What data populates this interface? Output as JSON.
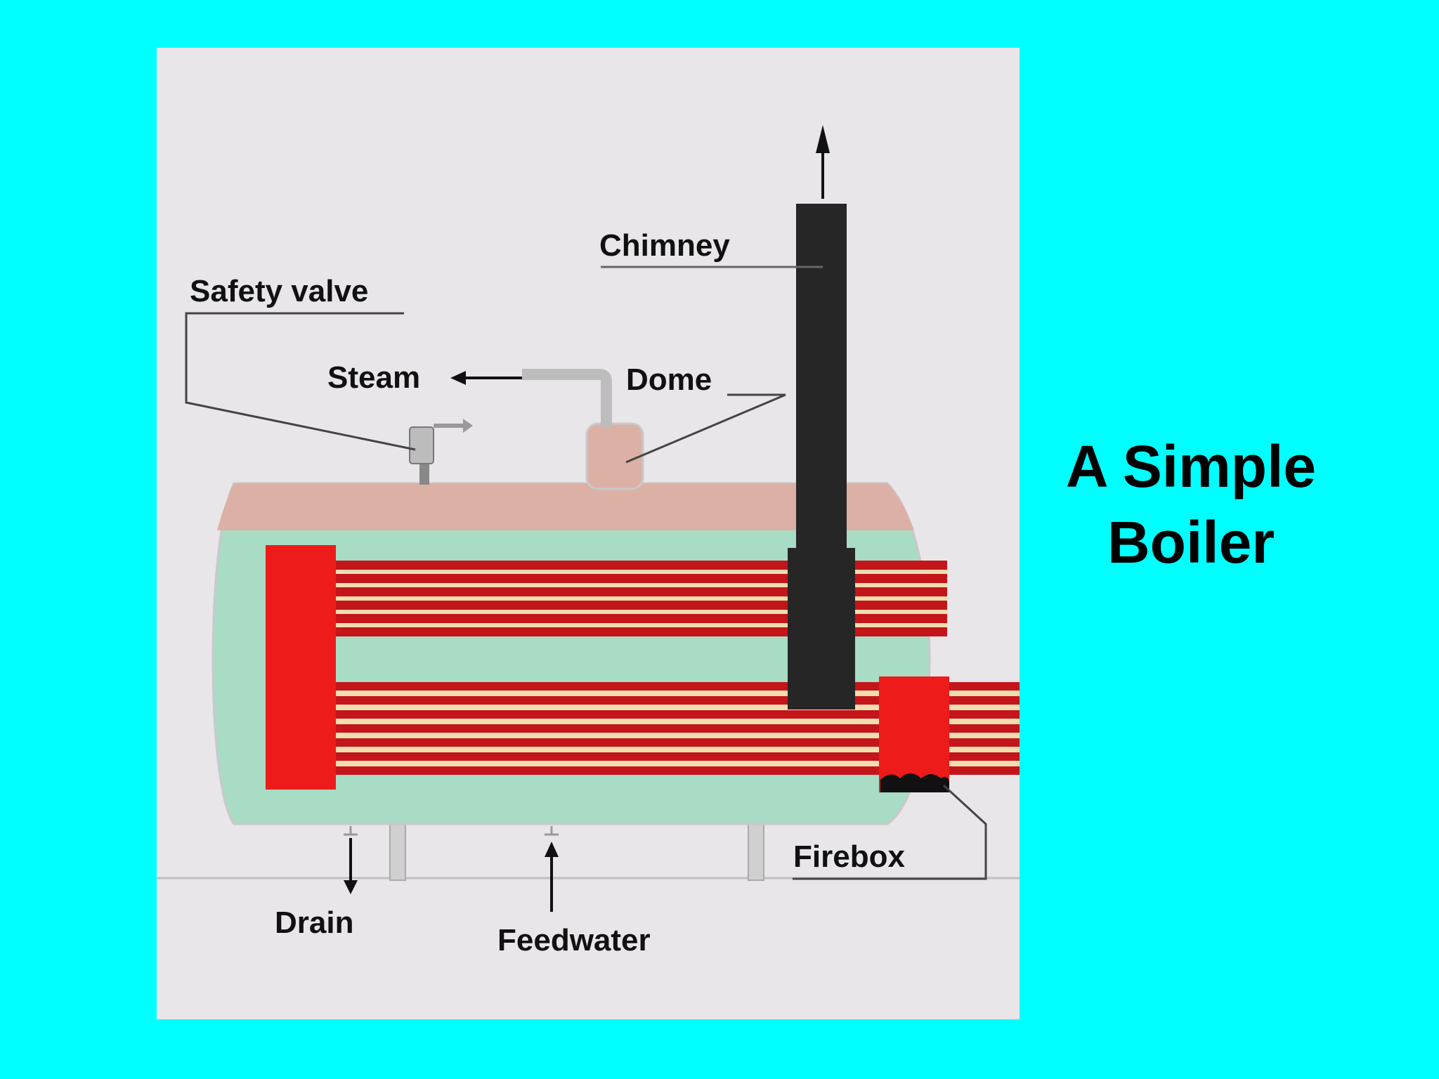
{
  "slide": {
    "title_line1": "A Simple",
    "title_line2": "Boiler",
    "background_color": "#00ffff"
  },
  "diagram": {
    "labels": {
      "safety_valve": "Safety valve",
      "steam": "Steam",
      "dome": "Dome",
      "chimney": "Chimney",
      "firebox": "Firebox",
      "drain": "Drain",
      "feedwater": "Feedwater"
    },
    "colors": {
      "panel": "#e8e6e9",
      "water": "#a8dcc4",
      "steam_space": "#ddb0a6",
      "fire_tube_red": "#c4151b",
      "fire_tube_light": "#f0ddb0",
      "header_red": "#ee1b1b",
      "chimney": "#262626"
    },
    "tubes": {
      "upper_count": 6,
      "lower_count": 7
    }
  }
}
